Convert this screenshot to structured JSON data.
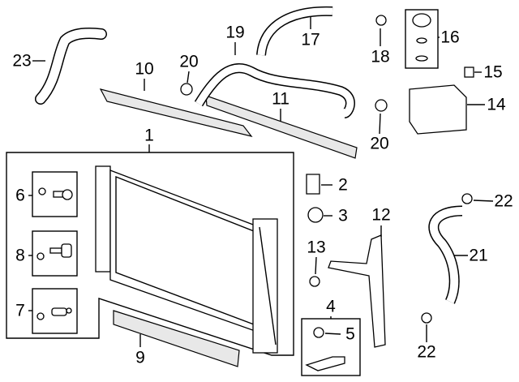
{
  "diagram": {
    "callouts": [
      {
        "id": "c23",
        "text": "23"
      },
      {
        "id": "c10",
        "text": "10"
      },
      {
        "id": "c20a",
        "text": "20"
      },
      {
        "id": "c19",
        "text": "19"
      },
      {
        "id": "c17",
        "text": "17"
      },
      {
        "id": "c18",
        "text": "18"
      },
      {
        "id": "c16",
        "text": "16"
      },
      {
        "id": "c15",
        "text": "15"
      },
      {
        "id": "c14",
        "text": "14"
      },
      {
        "id": "c11",
        "text": "11"
      },
      {
        "id": "c20b",
        "text": "20"
      },
      {
        "id": "c1",
        "text": "1"
      },
      {
        "id": "c2",
        "text": "2"
      },
      {
        "id": "c3",
        "text": "3"
      },
      {
        "id": "c6",
        "text": "6"
      },
      {
        "id": "c8",
        "text": "8"
      },
      {
        "id": "c7",
        "text": "7"
      },
      {
        "id": "c12",
        "text": "12"
      },
      {
        "id": "c13",
        "text": "13"
      },
      {
        "id": "c22a",
        "text": "22"
      },
      {
        "id": "c21",
        "text": "21"
      },
      {
        "id": "c4",
        "text": "4"
      },
      {
        "id": "c5",
        "text": "5"
      },
      {
        "id": "c9",
        "text": "9"
      },
      {
        "id": "c22b",
        "text": "22"
      }
    ]
  }
}
